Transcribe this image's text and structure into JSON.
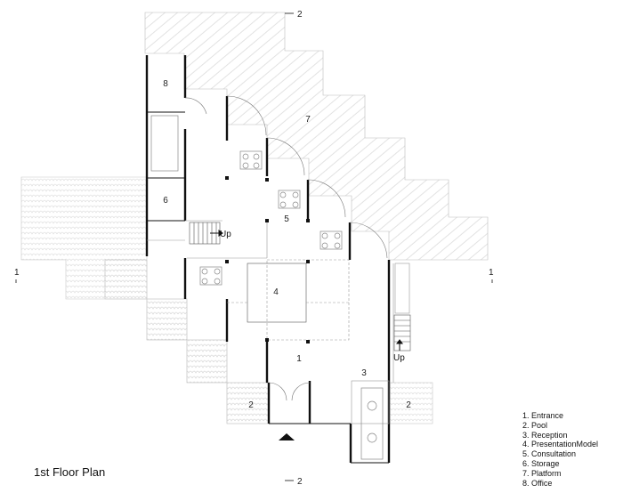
{
  "title": "1st Floor Plan",
  "rooms": {
    "entrance": "1",
    "pool_left": "2",
    "pool_right": "2",
    "reception": "3",
    "presentation_model": "4",
    "consultation": "5",
    "storage": "6",
    "platform": "7",
    "office": "8"
  },
  "stairs": {
    "stair_a": "Up",
    "stair_b": "Up"
  },
  "section_marks": {
    "top": "2",
    "bottom": "2",
    "left": "1",
    "right": "1"
  },
  "legend": [
    "1. Entrance",
    "2. Pool",
    "3. Reception",
    "4. PresentationModel",
    "5. Consultation",
    "6. Storage",
    "7. Platform",
    "8. Office"
  ]
}
